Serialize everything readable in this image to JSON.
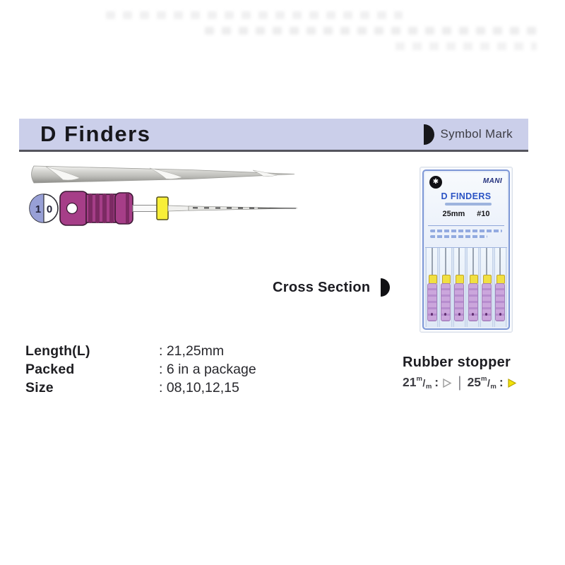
{
  "header": {
    "title": "D Finders",
    "symbol_mark_label": "Symbol Mark"
  },
  "illustration": {
    "cap_digit_left": "1",
    "cap_digit_right": "0"
  },
  "cross_section": {
    "label": "Cross Section"
  },
  "package": {
    "brand": "MANI",
    "name": "D FINDERS",
    "length": "25mm",
    "size": "#10",
    "file_count": 6
  },
  "specs": {
    "rows": [
      {
        "label": "Length(L)",
        "value": ": 21,25mm"
      },
      {
        "label": "Packed",
        "value": ": 6 in a package"
      },
      {
        "label": "Size",
        "value": ": 08,10,12,15"
      }
    ]
  },
  "rubber_stopper": {
    "title": "Rubber stopper",
    "separator": "|",
    "options": [
      {
        "value": "21",
        "sup": "m",
        "slash": "/",
        "sub": "m",
        "colon": ":",
        "marker": "outline-triangle"
      },
      {
        "value": "25",
        "sup": "m",
        "slash": "/",
        "sub": "m",
        "colon": ":",
        "marker": "yellow-triangle"
      }
    ]
  },
  "colors": {
    "header_bar": "#cbcfea",
    "header_line": "#55555e",
    "handle_magenta": "#a63e88",
    "stopper_yellow": "#f1e042",
    "cap_lavender": "#98a0d6",
    "package_frame_blue": "#7d97d6",
    "label_text_blue": "#2a52c4",
    "triangle_yellow": "#f2e20a"
  }
}
